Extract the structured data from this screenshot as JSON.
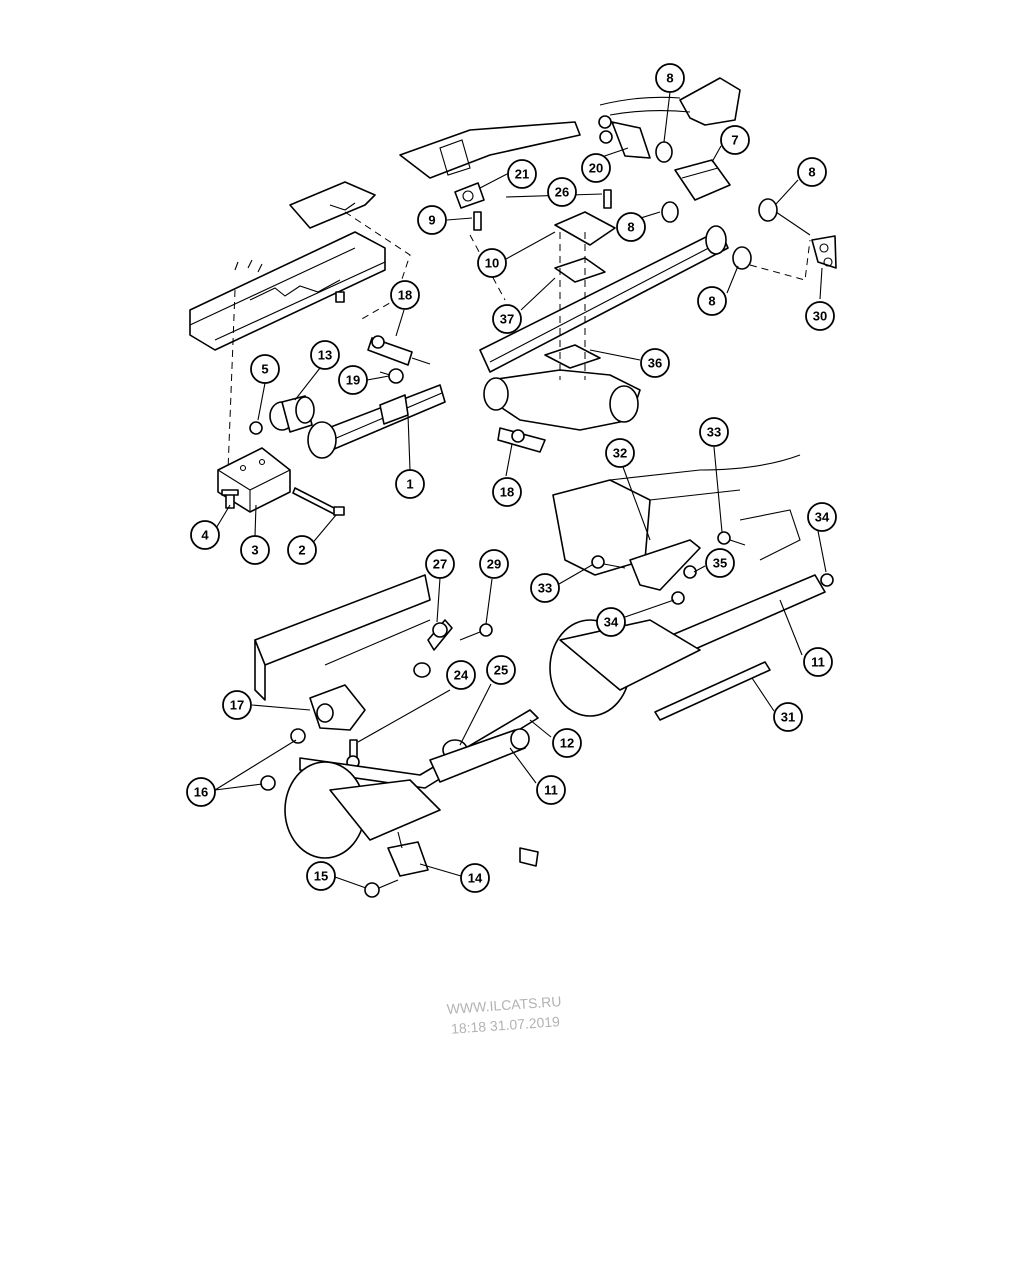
{
  "callouts": [
    "1",
    "2",
    "3",
    "4",
    "5",
    "7",
    "8",
    "8",
    "8",
    "8",
    "9",
    "10",
    "11",
    "11",
    "12",
    "13",
    "14",
    "15",
    "16",
    "17",
    "18",
    "18",
    "19",
    "20",
    "21",
    "24",
    "25",
    "26",
    "27",
    "29",
    "30",
    "31",
    "32",
    "33",
    "33",
    "34",
    "34",
    "35",
    "36",
    "37"
  ],
  "watermark": {
    "line1": "WWW.ILCATS.RU",
    "line2": "18:18 31.07.2019"
  }
}
